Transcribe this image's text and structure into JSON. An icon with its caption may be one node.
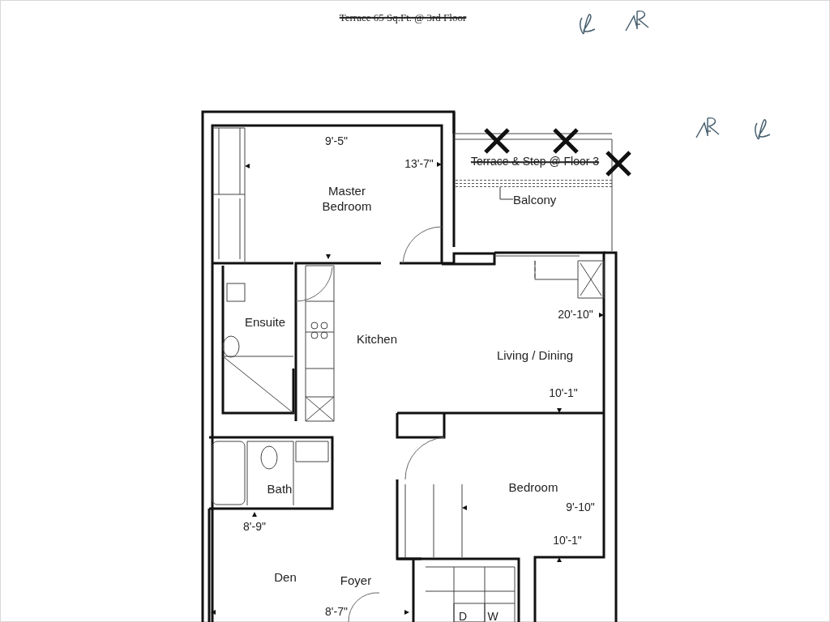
{
  "diagram": {
    "nodes": [
      {
        "text": [
          "Balcony"
        ]
      },
      {
        "text": [],
        "shape": "line"
      }
    ],
    "edges": [
      {
        "from": 0,
        "to": 1,
        "arrow": "none"
      }
    ],
    "labels": [
      "Terrace 65 Sq.Ft. @ 3rd Floor",
      "9'-5\"",
      "13'-7\"",
      "Master Bedroom",
      "Terrace & Step @ Floor 3",
      "Ensuite",
      "Kitchen",
      "20'-10\"",
      "Living / Dining",
      "10'-1\"",
      "Bedroom",
      "9'-10\"",
      "10'-1\"",
      "Bath",
      "8'-9\"",
      "Den",
      "Foyer",
      "8'-7\"",
      "D",
      "W"
    ]
  }
}
